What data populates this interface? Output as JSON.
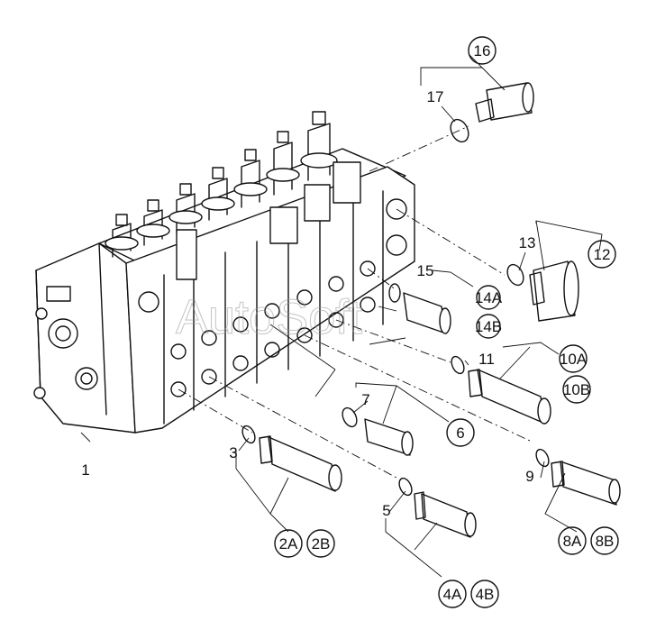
{
  "watermark": "AutoSoft",
  "callouts": {
    "c1": "1",
    "c2a": "2A",
    "c2b": "2B",
    "c3": "3",
    "c4a": "4A",
    "c4b": "4B",
    "c5": "5",
    "c6": "6",
    "c7": "7",
    "c8a": "8A",
    "c8b": "8B",
    "c9": "9",
    "c10a": "10A",
    "c10b": "10B",
    "c11": "11",
    "c12": "12",
    "c13": "13",
    "c14a": "14A",
    "c14b": "14B",
    "c15": "15",
    "c16": "16",
    "c17": "17"
  }
}
